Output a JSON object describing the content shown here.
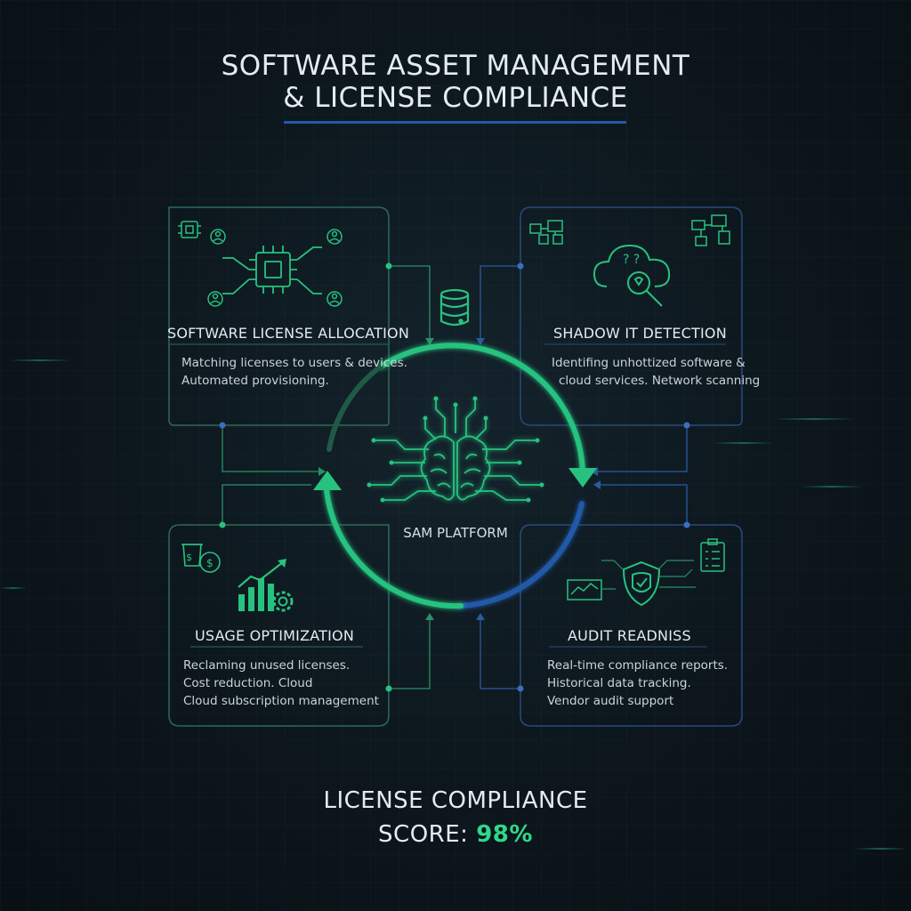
{
  "title": {
    "line1": "SOFTWARE ASSET MANAGEMENT",
    "line2": "& LICENSE COMPLIANCE"
  },
  "center": {
    "label": "SAM PLATFORM",
    "icon": "brain-circuit-icon"
  },
  "cards": {
    "allocation": {
      "title": "SOFTWARE LICENSE ALLOCATION",
      "lines": [
        "Matching licenses to users & devices.",
        "Automated provisioning."
      ],
      "icon": "chip-network-icon"
    },
    "shadow": {
      "title": "SHADOW IT DETECTION",
      "lines": [
        "Identifing unhottized software &",
        "cloud services. Network scanning"
      ],
      "icon": "cloud-search-icon"
    },
    "usage": {
      "title": "USAGE OPTIMIZATION",
      "lines": [
        "Reclaming unused licenses.",
        "Cost reduction. Cloud",
        "Cloud subscription management"
      ],
      "icon": "growth-chart-gear-icon"
    },
    "audit": {
      "title": "AUDIT READNISS",
      "lines": [
        "Real-time compliance reports.",
        "Historical data tracking.",
        "Vendor audit support"
      ],
      "icon": "shield-check-icon"
    }
  },
  "score": {
    "label_line1": "LICENSE COMPLIANCE",
    "label_prefix": "SCORE:",
    "value": "98%"
  },
  "colors": {
    "green": "#27c27f",
    "blue": "#2358a8",
    "card_green_border": "#2f6a55",
    "card_blue_border": "#294a7a"
  }
}
